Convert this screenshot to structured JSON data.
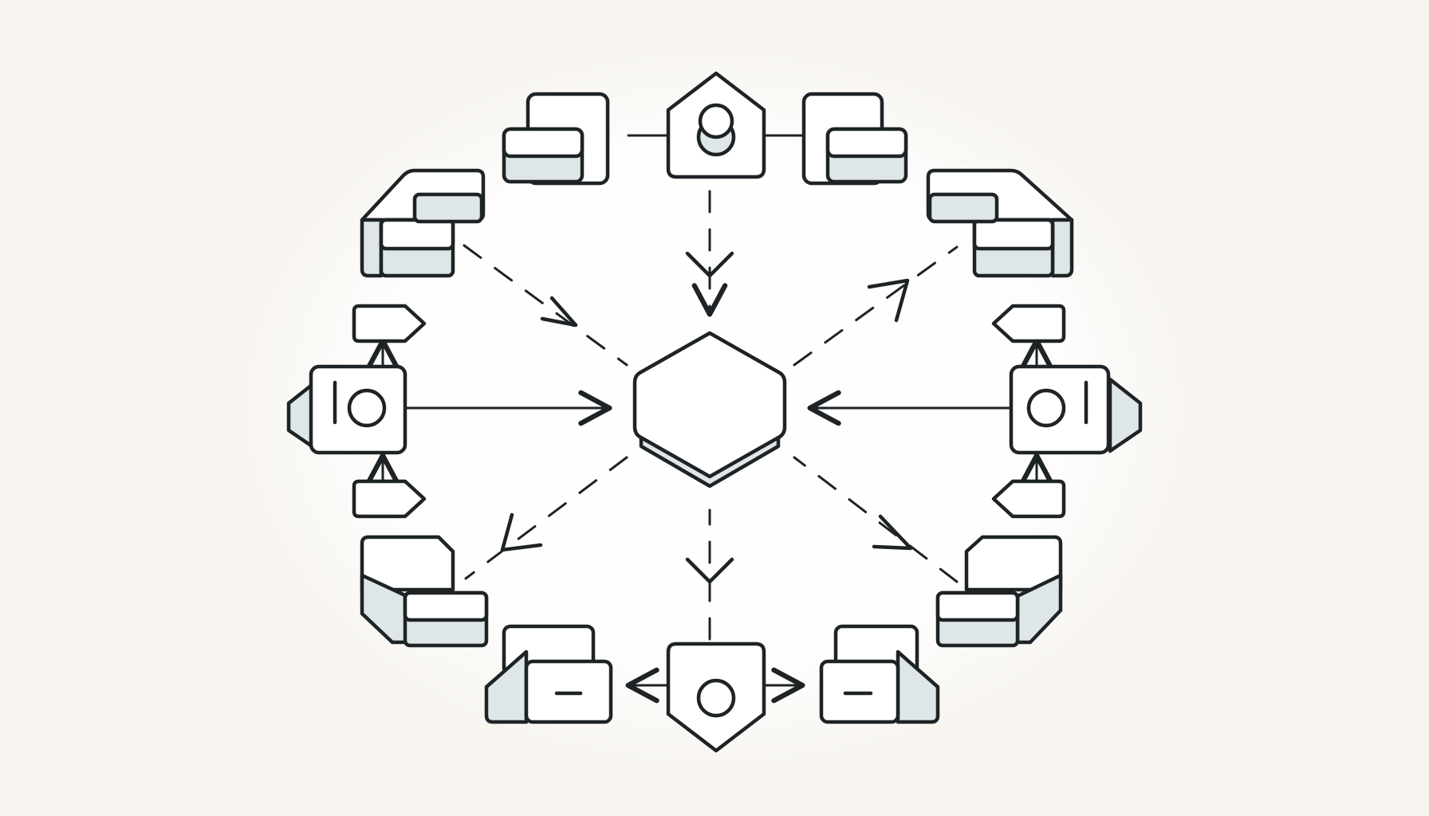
{
  "diagram": {
    "background_color": "#f7f4ef",
    "glow_color": "#ffffff",
    "ink_color": "#1e2326",
    "fill_color": "#ffffff",
    "shade_color": "#dfe6e8",
    "center": {
      "icon": "hexagon-hub-icon"
    },
    "nodes": [
      {
        "id": "top",
        "icon": "user-badge-icon"
      },
      {
        "id": "top-left",
        "icon": "stacked-folders-icon"
      },
      {
        "id": "top-right",
        "icon": "stacked-folders-icon"
      },
      {
        "id": "upper-left",
        "icon": "stacked-blocks-icon"
      },
      {
        "id": "upper-right",
        "icon": "stacked-blocks-icon"
      },
      {
        "id": "left",
        "icon": "user-badge-icon"
      },
      {
        "id": "right",
        "icon": "user-badge-icon"
      },
      {
        "id": "lower-left",
        "icon": "stacked-blocks-icon"
      },
      {
        "id": "lower-right",
        "icon": "stacked-blocks-icon"
      },
      {
        "id": "bottom",
        "icon": "user-badge-icon"
      },
      {
        "id": "bottom-left",
        "icon": "open-folder-icon"
      },
      {
        "id": "bottom-right",
        "icon": "open-folder-icon"
      }
    ],
    "side_tags": [
      {
        "id": "left-upper-tag",
        "icon": "arrow-tag-right-icon"
      },
      {
        "id": "left-lower-tag",
        "icon": "arrow-tag-right-icon"
      },
      {
        "id": "right-upper-tag",
        "icon": "arrow-tag-left-icon"
      },
      {
        "id": "right-lower-tag",
        "icon": "arrow-tag-left-icon"
      }
    ],
    "connectors": [
      {
        "from": "top",
        "to": "center",
        "style": "dashed"
      },
      {
        "from": "bottom",
        "to": "center",
        "style": "dashed"
      },
      {
        "from": "left",
        "to": "center",
        "style": "solid"
      },
      {
        "from": "right",
        "to": "center",
        "style": "solid"
      },
      {
        "from": "upper-left",
        "to": "center",
        "style": "dashed"
      },
      {
        "from": "center",
        "to": "upper-right",
        "style": "dashed"
      },
      {
        "from": "center",
        "to": "lower-left",
        "style": "dashed"
      },
      {
        "from": "lower-right",
        "to": "center",
        "style": "dashed"
      },
      {
        "from": "top",
        "to": "top-left",
        "style": "solid"
      },
      {
        "from": "top",
        "to": "top-right",
        "style": "solid"
      },
      {
        "from": "bottom",
        "to": "bottom-left",
        "style": "solid"
      },
      {
        "from": "bottom",
        "to": "bottom-right",
        "style": "solid"
      }
    ]
  }
}
